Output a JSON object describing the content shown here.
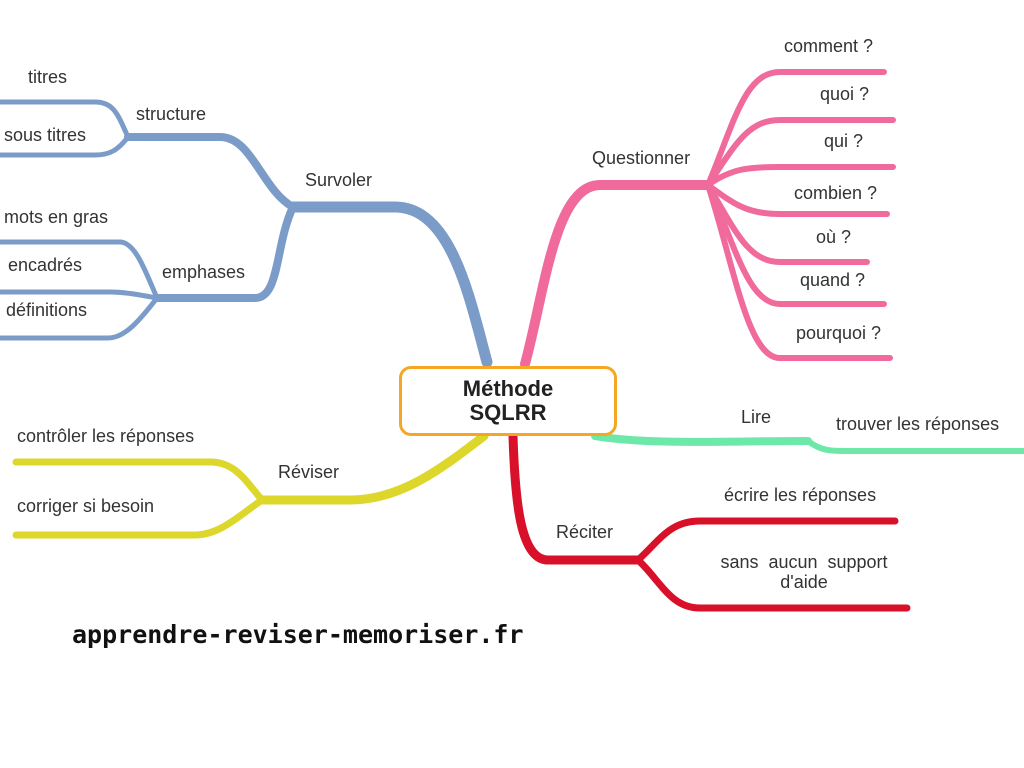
{
  "center": {
    "line1": "Méthode",
    "line2": "SQLRR",
    "border_color": "#f5a623"
  },
  "branches": {
    "survoler": {
      "label": "Survoler",
      "color": "#7b9cc8",
      "structure": {
        "label": "structure",
        "children": [
          "titres",
          "sous titres"
        ]
      },
      "emphases": {
        "label": "emphases",
        "children": [
          "mots en gras",
          "encadrés",
          "définitions"
        ]
      }
    },
    "questionner": {
      "label": "Questionner",
      "color": "#f06a9c",
      "children": [
        "comment ?",
        "quoi ?",
        "qui ?",
        "combien ?",
        "où ?",
        "quand ?",
        "pourquoi ?"
      ]
    },
    "lire": {
      "label": "Lire",
      "color": "#6ee8a8",
      "children": [
        "trouver les réponses"
      ]
    },
    "reciter": {
      "label": "Réciter",
      "color": "#d9102a",
      "children": [
        "écrire les réponses"
      ],
      "child2_line1": "sans  aucun  support",
      "child2_line2": "d'aide"
    },
    "reviser": {
      "label": "Réviser",
      "color": "#dcd72a",
      "children": [
        "contrôler les réponses",
        "corriger si besoin"
      ]
    }
  },
  "footer": "apprendre-reviser-memoriser.fr"
}
